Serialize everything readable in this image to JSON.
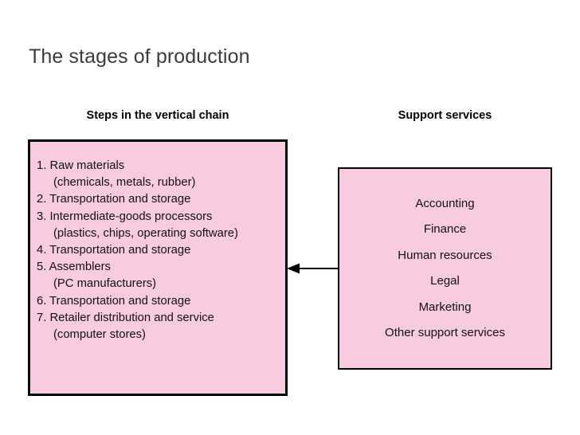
{
  "slide": {
    "title": "The stages of production",
    "title_color": "#3b3b3b",
    "background_color": "#ffffff",
    "box_fill_color": "#f9cbe0",
    "box_border_color": "#000000"
  },
  "headers": {
    "left": "Steps in the vertical chain",
    "right": "Support services"
  },
  "vertical_chain": {
    "lines": [
      {
        "text": "1. Raw materials",
        "indent": false
      },
      {
        "text": "(chemicals, metals, rubber)",
        "indent": true
      },
      {
        "text": "2. Transportation and storage",
        "indent": false
      },
      {
        "text": "3. Intermediate-goods processors",
        "indent": false
      },
      {
        "text": "(plastics, chips, operating software)",
        "indent": true
      },
      {
        "text": "4. Transportation and storage",
        "indent": false
      },
      {
        "text": "5. Assemblers",
        "indent": false
      },
      {
        "text": "(PC manufacturers)",
        "indent": true
      },
      {
        "text": "6. Transportation and storage",
        "indent": false
      },
      {
        "text": "7. Retailer distribution and service",
        "indent": false
      },
      {
        "text": "(computer stores)",
        "indent": true
      }
    ]
  },
  "support_services": {
    "items": [
      "Accounting",
      "Finance",
      "Human resources",
      "Legal",
      "Marketing",
      "Other support services"
    ]
  },
  "connector": {
    "icon": "left-arrow-icon",
    "direction": "left",
    "from": "support-services-box",
    "to": "vertical-chain-box"
  }
}
